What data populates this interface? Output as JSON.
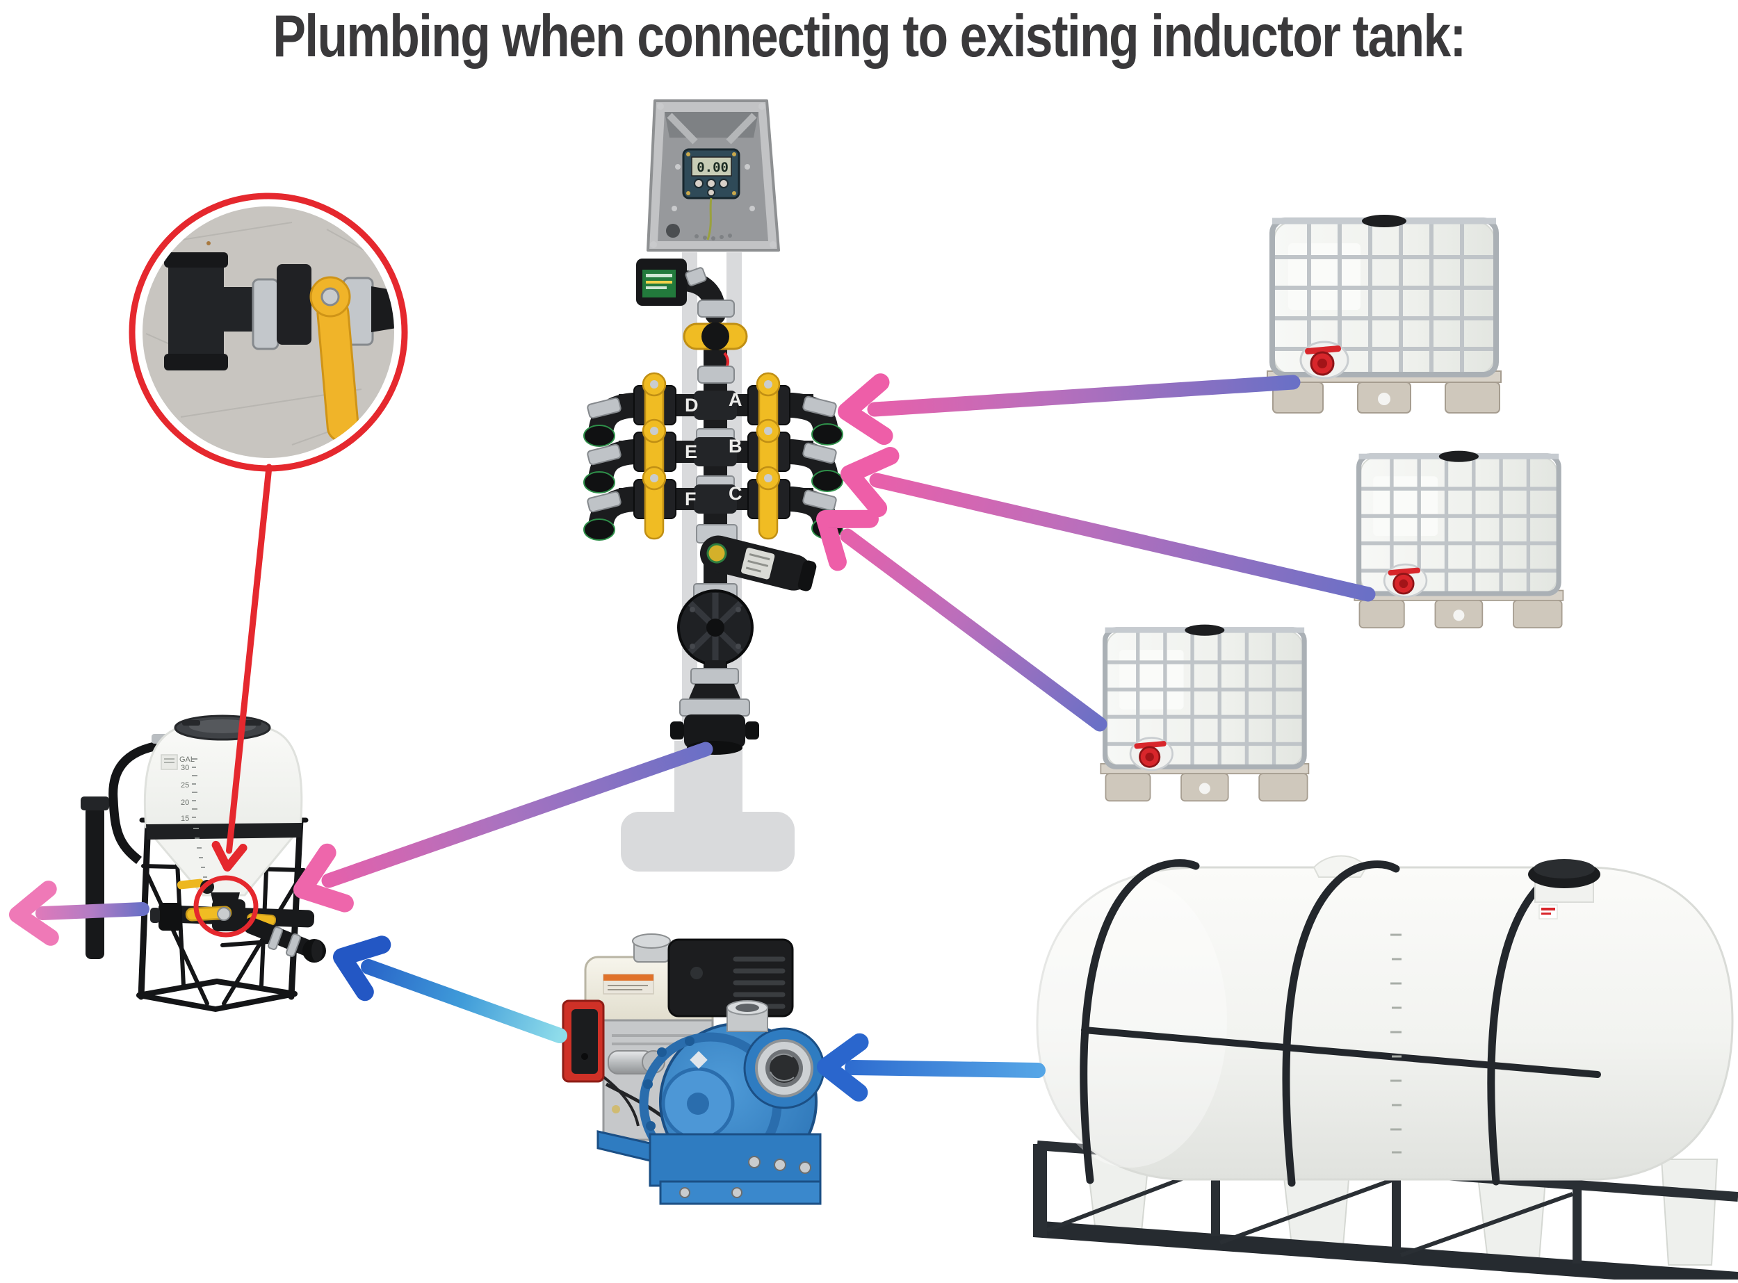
{
  "title": "Plumbing when connecting to existing inductor tank:",
  "meter": {
    "reading": "0.00"
  },
  "manifold": {
    "ports": [
      "D",
      "A",
      "E",
      "B",
      "F",
      "C"
    ]
  },
  "inductor": {
    "scale": [
      "GAL",
      "30",
      "25",
      "20",
      "15"
    ]
  },
  "components": {
    "inset": "valve-closeup-photo",
    "control_box": "flow-meter-control-box",
    "manifold": "six-port-valve-manifold",
    "totes": [
      "ibc-tote-1",
      "ibc-tote-2",
      "ibc-tote-3"
    ],
    "inductor_tank": "cone-bottom-inductor-tank",
    "pump": "engine-driven-pump",
    "supply_tank": "horizontal-leg-tank"
  },
  "connections": [
    {
      "from": "ibc-tote-1",
      "to": "manifold-port-A"
    },
    {
      "from": "ibc-tote-2",
      "to": "manifold-port-B"
    },
    {
      "from": "ibc-tote-3",
      "to": "manifold-port-C"
    },
    {
      "from": "manifold-outlet",
      "to": "inductor-tank"
    },
    {
      "from": "pump-discharge",
      "to": "inductor-tank-outlet"
    },
    {
      "from": "supply-tank",
      "to": "pump-suction"
    },
    {
      "from": "inductor-tank",
      "to": "sprayer-left"
    },
    {
      "from": "valve-closeup-inset",
      "to": "inductor-tank-valve"
    }
  ],
  "colors": {
    "arrow_pink": "#ee5ea8",
    "arrow_purple": "#6a70c6",
    "arrow_blue": "#2a66cd",
    "arrow_cyan": "#8edcea",
    "highlight_red": "#e5282e",
    "valve_yellow": "#f0bc23",
    "pump_blue": "#2f7cc1",
    "title_text": "#3a393b"
  }
}
